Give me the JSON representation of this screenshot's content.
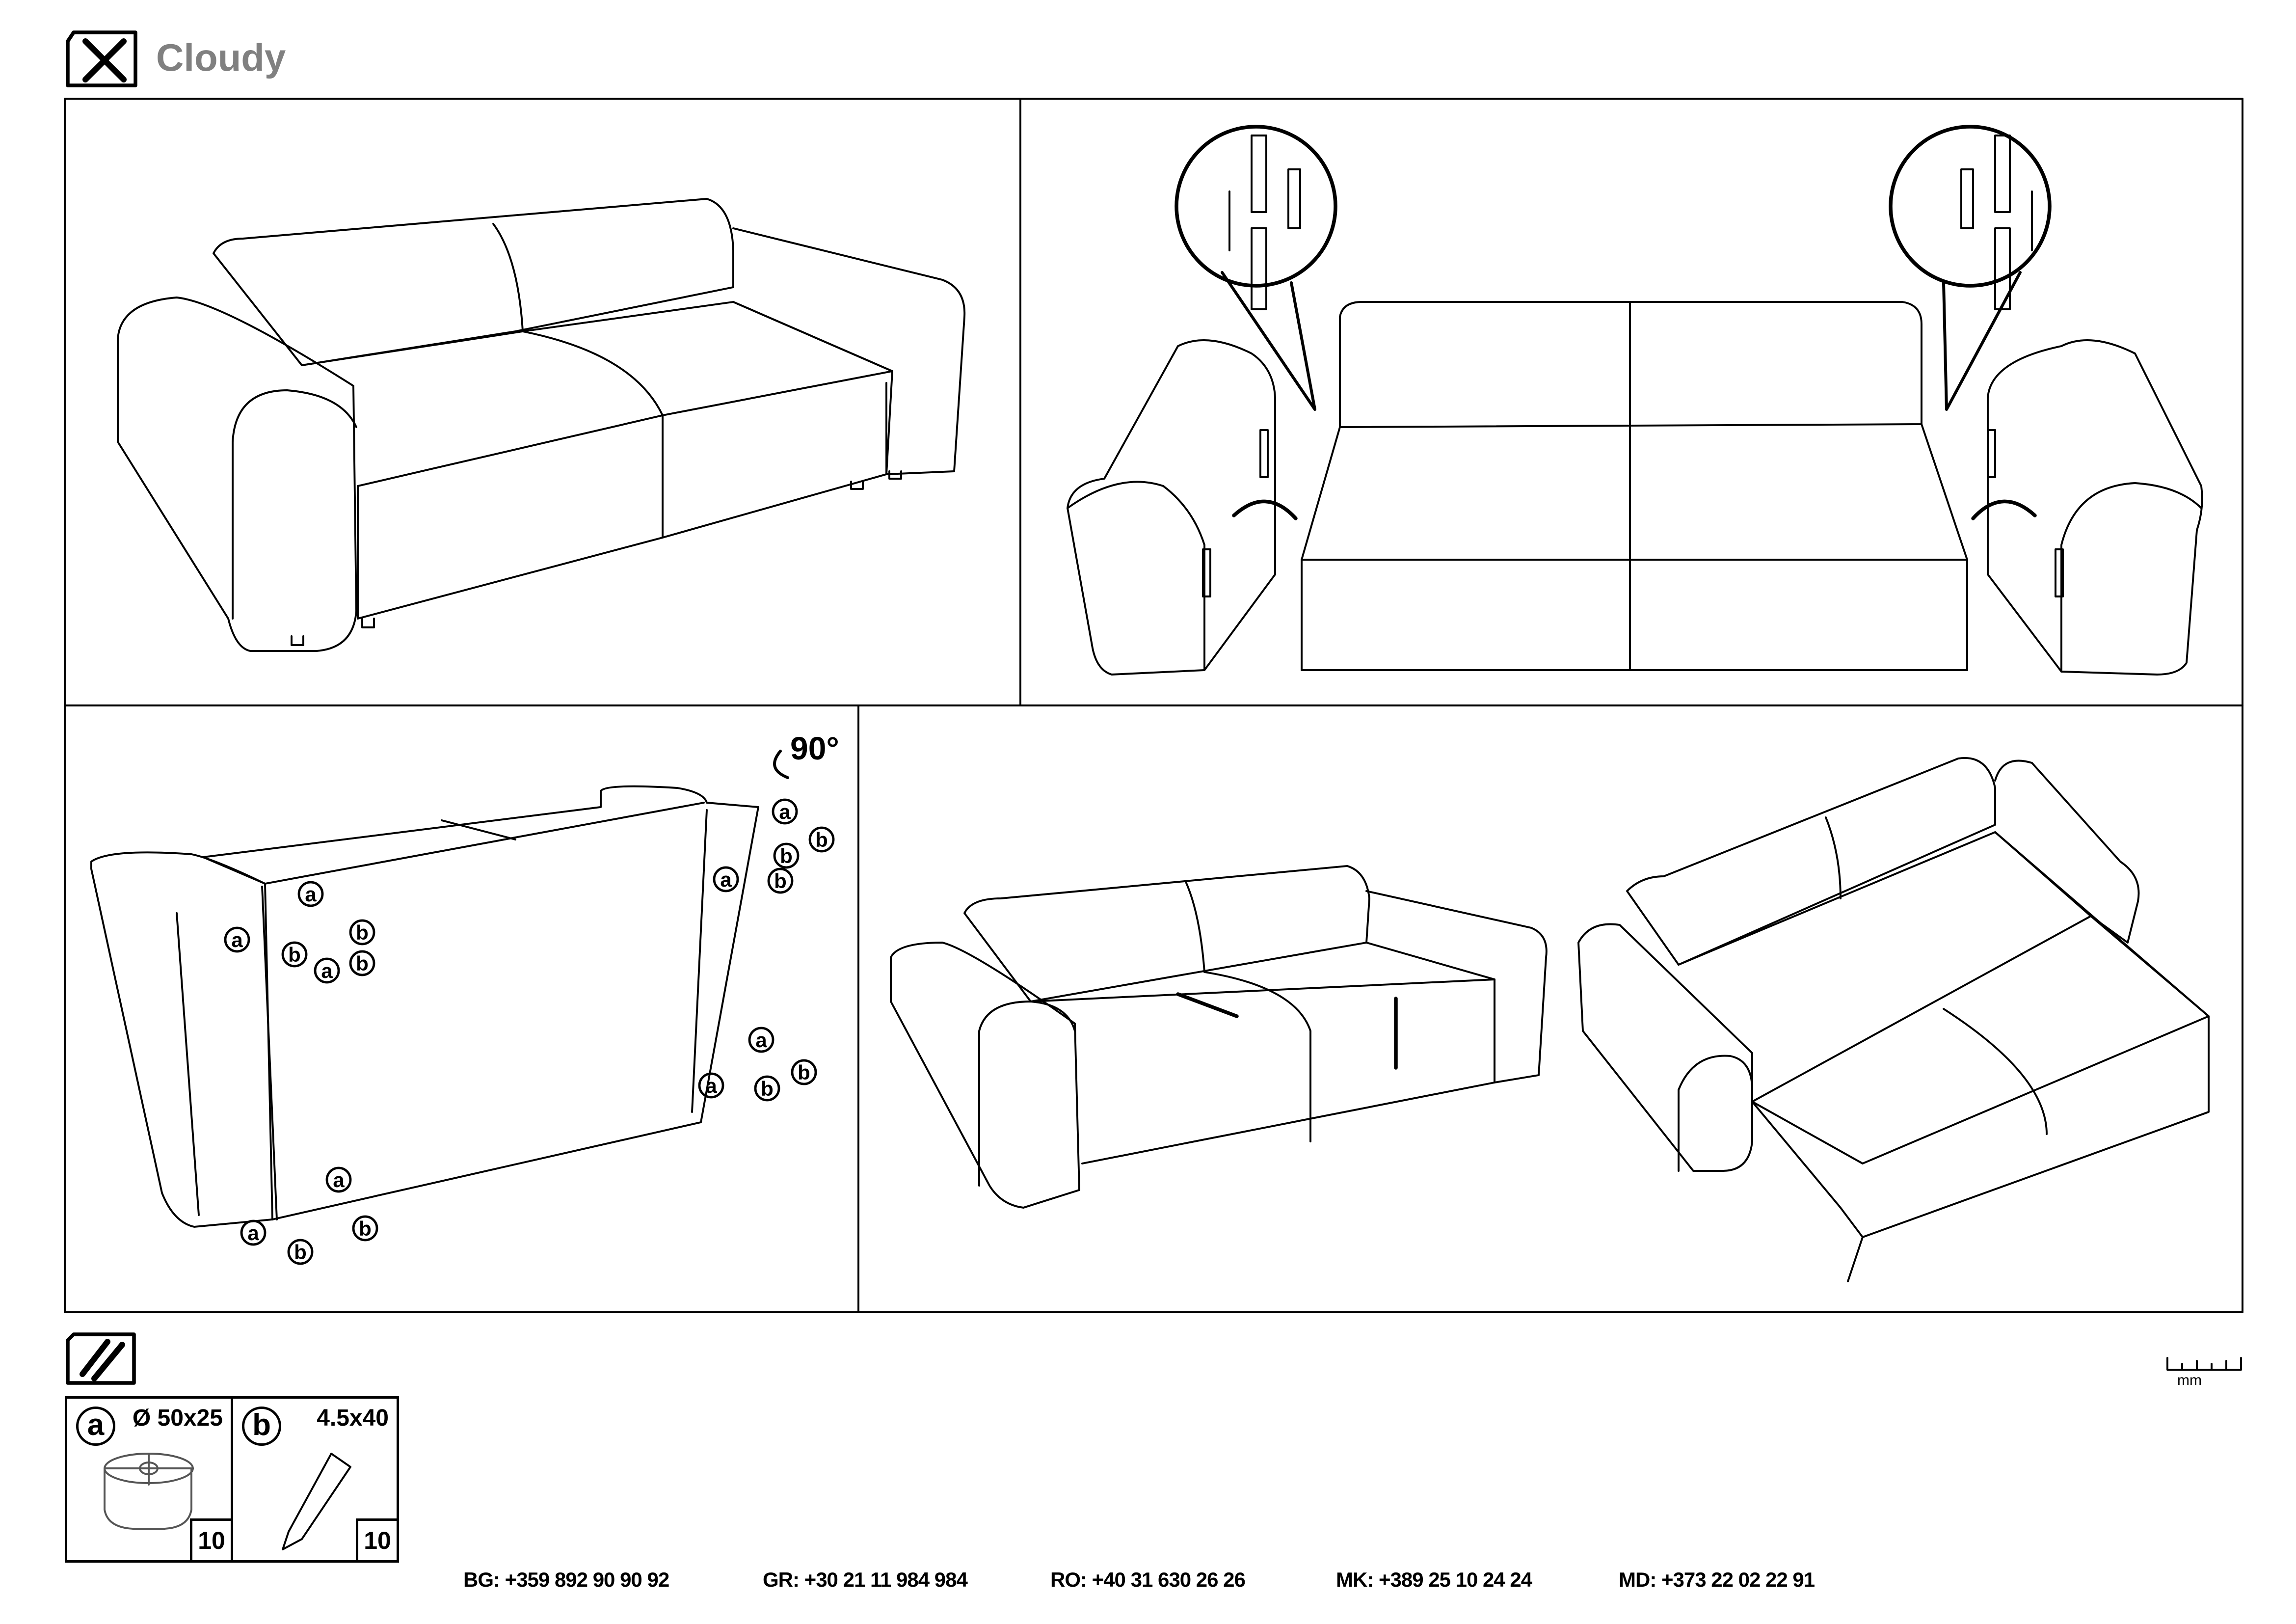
{
  "header": {
    "title": "Cloudy",
    "icon": "tools-icon"
  },
  "steps": {
    "rotate_label": "90°",
    "part_labels": {
      "a": "a",
      "b": "b"
    }
  },
  "parts": {
    "icon": "screws-icon",
    "items": [
      {
        "letter": "a",
        "dimension": "Ø 50x25",
        "quantity": "10",
        "name": "leg"
      },
      {
        "letter": "b",
        "dimension": "4.5x40",
        "quantity": "10",
        "name": "screw"
      }
    ],
    "ruler_unit": "mm"
  },
  "footer": {
    "phones": [
      {
        "code": "BG:",
        "number": "+359 892 90 90 92"
      },
      {
        "code": "GR:",
        "number": "+30 21 11 984 984"
      },
      {
        "code": "RO:",
        "number": "+40 31 630 26 26"
      },
      {
        "code": "MK:",
        "number": "+389 25 10 24 24"
      },
      {
        "code": "MD:",
        "number": "+373 22 02 22 91"
      }
    ]
  }
}
